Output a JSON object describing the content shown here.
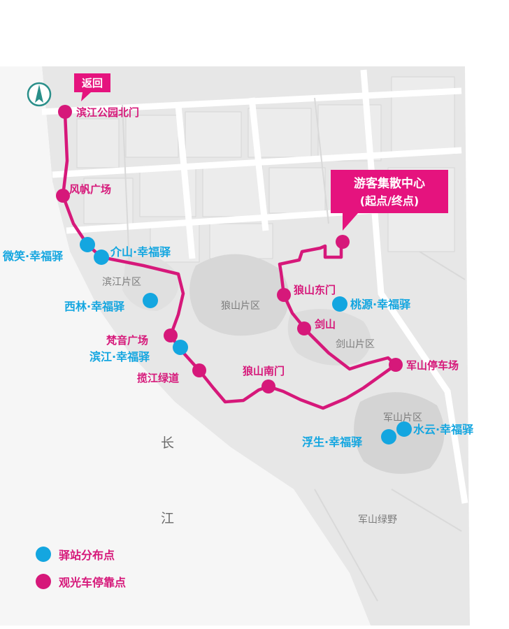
{
  "colors": {
    "route": "#d6187a",
    "station": "#14a6e0",
    "stop": "#d6187a",
    "map_land": "#e6e6e6",
    "map_water": "#f7f7f7",
    "callout_bg": "#e5137e"
  },
  "icons": {
    "north": "north-arrow-icon"
  },
  "callouts": {
    "return": "返回",
    "center_line1": "游客集散中心",
    "center_line2": "(起点/终点)"
  },
  "areas": {
    "binjiang": "滨江片区",
    "langshan": "狼山片区",
    "jianshan": "剑山片区",
    "junshan": "军山片区",
    "junshan_lvye": "军山绿野"
  },
  "river": {
    "char1": "长",
    "char2": "江"
  },
  "stops": [
    {
      "name": "滨江公园北门"
    },
    {
      "name": "风帆广场"
    },
    {
      "name": "梵音广场"
    },
    {
      "name": "揽江绿道"
    },
    {
      "name": "狼山南门"
    },
    {
      "name": "军山停车场"
    },
    {
      "name": "剑山"
    },
    {
      "name": "狼山东门"
    }
  ],
  "stations": [
    {
      "name": "微笑·幸福驿"
    },
    {
      "name": "介山·幸福驿"
    },
    {
      "name": "西林·幸福驿"
    },
    {
      "name": "滨江·幸福驿"
    },
    {
      "name": "桃源·幸福驿"
    },
    {
      "name": "浮生·幸福驿"
    },
    {
      "name": "水云·幸福驿"
    }
  ],
  "legend": {
    "station": "驿站分布点",
    "stop": "观光车停靠点"
  }
}
